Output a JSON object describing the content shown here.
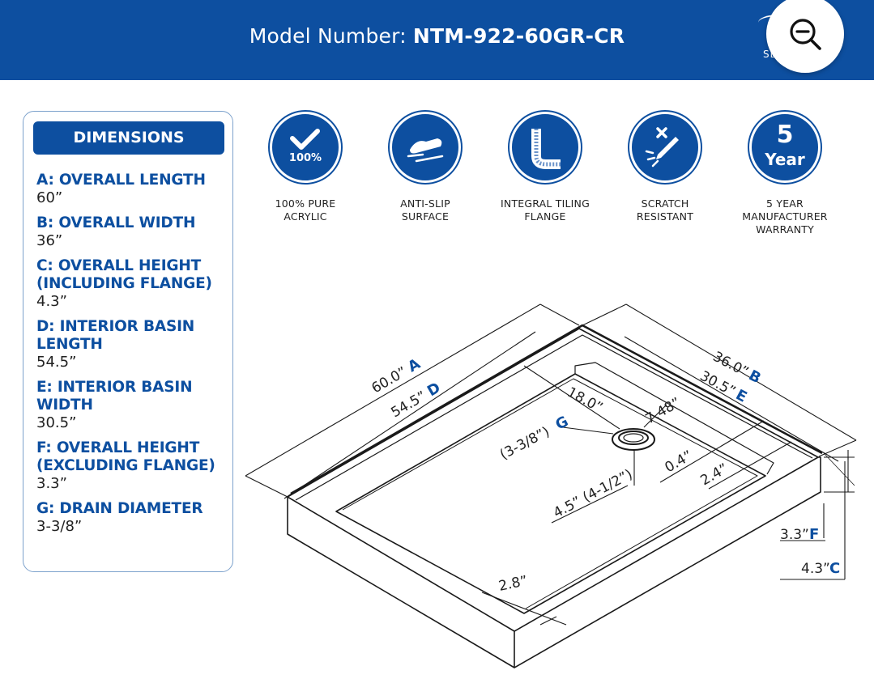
{
  "header": {
    "title_prefix": "Model Number: ",
    "model_number": "NTM-922-60GR-CR",
    "brand_partial": "SE          E"
  },
  "zoom_button": {
    "icon": "zoom-out-icon"
  },
  "dimensions": {
    "heading": "DIMENSIONS",
    "items": [
      {
        "label": "A: OVERALL LENGTH",
        "value": "60”"
      },
      {
        "label": "B: OVERALL WIDTH",
        "value": "36”"
      },
      {
        "label": "C: OVERALL HEIGHT (INCLUDING FLANGE)",
        "value": "4.3”"
      },
      {
        "label": "D: INTERIOR BASIN LENGTH",
        "value": "54.5”"
      },
      {
        "label": "E: INTERIOR BASIN WIDTH",
        "value": "30.5”"
      },
      {
        "label": "F: OVERALL HEIGHT (EXCLUDING FLANGE)",
        "value": "3.3”"
      },
      {
        "label": "G: DRAIN DIAMETER",
        "value": "3-3/8”"
      }
    ]
  },
  "features": [
    {
      "icon": "check-100-icon",
      "badge": "100%",
      "label_line1": "100% PURE",
      "label_line2": "ACRYLIC"
    },
    {
      "icon": "anti-slip-shoe-icon",
      "label_line1": "ANTI-SLIP",
      "label_line2": "SURFACE"
    },
    {
      "icon": "tiling-flange-icon",
      "label_line1": "INTEGRAL TILING",
      "label_line2": "FLANGE"
    },
    {
      "icon": "scratch-resistant-icon",
      "label_line1": "SCRATCH",
      "label_line2": "RESISTANT"
    },
    {
      "icon": "warranty-icon",
      "big": "5",
      "small": "Year",
      "label_line1": "5 YEAR",
      "label_line2": "MANUFACTURER",
      "label_line3": "WARRANTY"
    }
  ],
  "diagram": {
    "a_value": "60.0”",
    "a_letter": "A",
    "d_value": "54.5”",
    "d_letter": "D",
    "b_value": "36.0”",
    "b_letter": "B",
    "e_value": "30.5”",
    "e_letter": "E",
    "drain_offset_x": "18.0”",
    "drain_offset_y": "7.48”",
    "g_value": "(3-3/8”)",
    "g_letter": "G",
    "drain_outer": "4.5” (4-1/2”)",
    "ledge_small": "0.4”",
    "ledge_side": "2.4”",
    "ledge_front": "2.8”",
    "f_value": "3.3”",
    "f_letter": "F",
    "c_value": "4.3”",
    "c_letter": "C"
  },
  "colors": {
    "brand_blue": "#0d4fa0",
    "panel_border": "#7da2cc"
  }
}
